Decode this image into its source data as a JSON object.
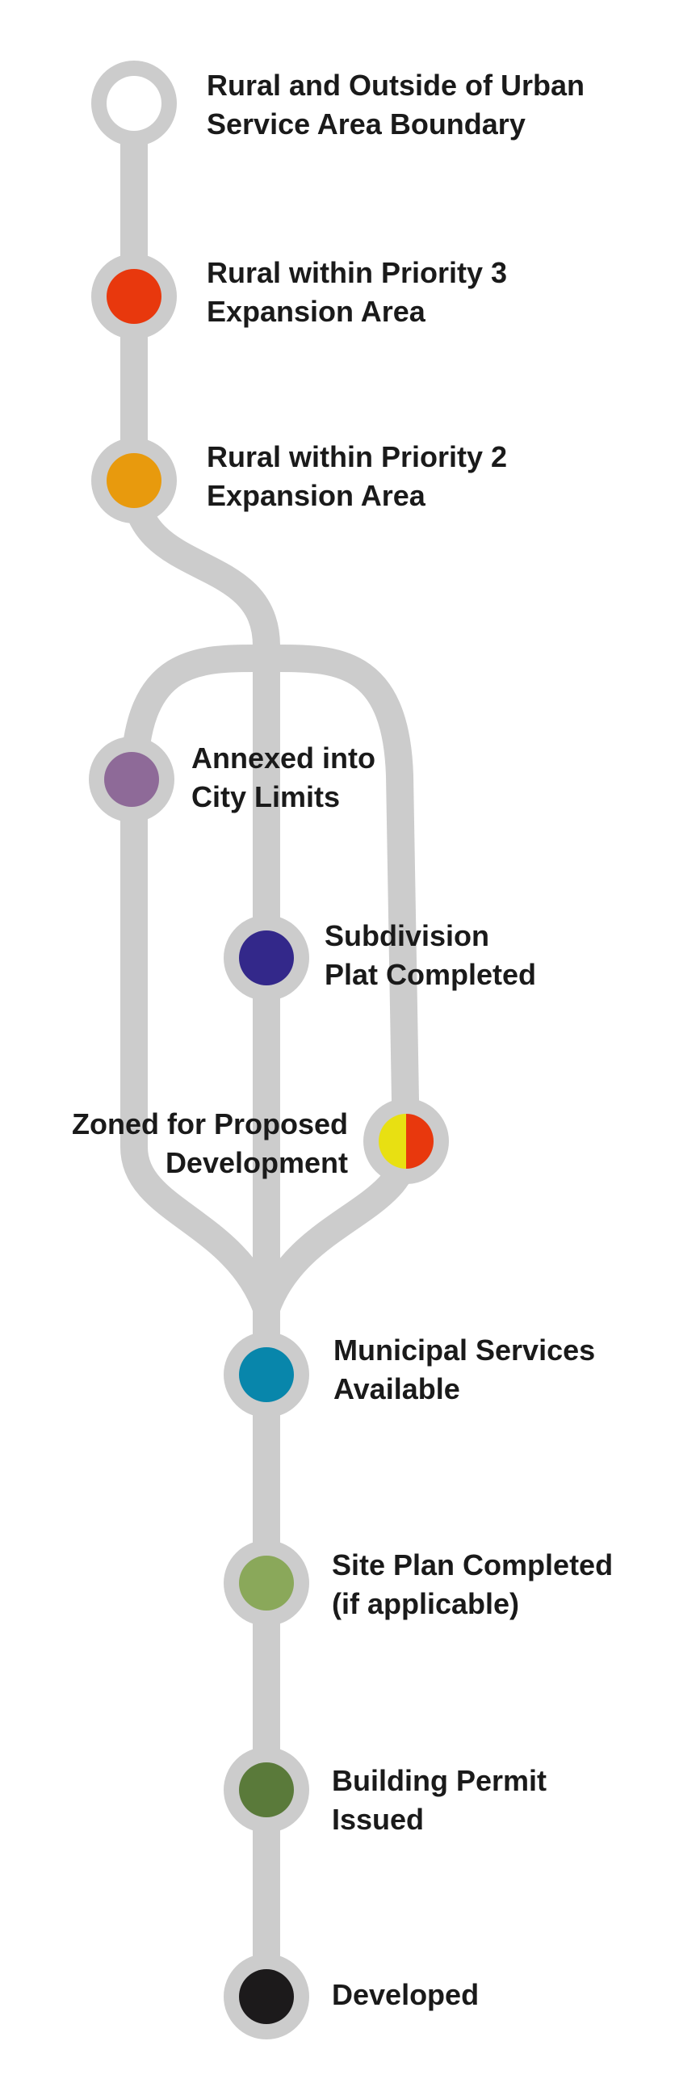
{
  "stops": [
    {
      "id": "rural-outside-usa",
      "lines": [
        "Rural and Outside of Urban",
        "Service Area Boundary"
      ],
      "color": "#ffffff"
    },
    {
      "id": "rural-priority-3",
      "lines": [
        "Rural within Priority 3",
        "Expansion Area"
      ],
      "color": "#e8380d"
    },
    {
      "id": "rural-priority-2",
      "lines": [
        "Rural within Priority 2",
        "Expansion Area"
      ],
      "color": "#e89a0d"
    },
    {
      "id": "annexed",
      "lines": [
        "Annexed into",
        "City Limits"
      ],
      "color": "#8e6a98"
    },
    {
      "id": "subdivision-plat",
      "lines": [
        "Subdivision",
        "Plat Completed"
      ],
      "color": "#33288a"
    },
    {
      "id": "zoned",
      "lines": [
        "Zoned for Proposed",
        "Development"
      ],
      "colors": [
        "#e8e012",
        "#e8380d"
      ]
    },
    {
      "id": "municipal-services",
      "lines": [
        "Municipal Services",
        "Available"
      ],
      "color": "#0886ab"
    },
    {
      "id": "site-plan",
      "lines": [
        "Site Plan Completed",
        "(if applicable)"
      ],
      "color": "#8aa85a"
    },
    {
      "id": "building-permit",
      "lines": [
        "Building Permit",
        "Issued"
      ],
      "color": "#5a7a3a"
    },
    {
      "id": "developed",
      "lines": [
        "Developed"
      ],
      "color": "#1c1a1b"
    }
  ],
  "route_color": "#cccccc"
}
